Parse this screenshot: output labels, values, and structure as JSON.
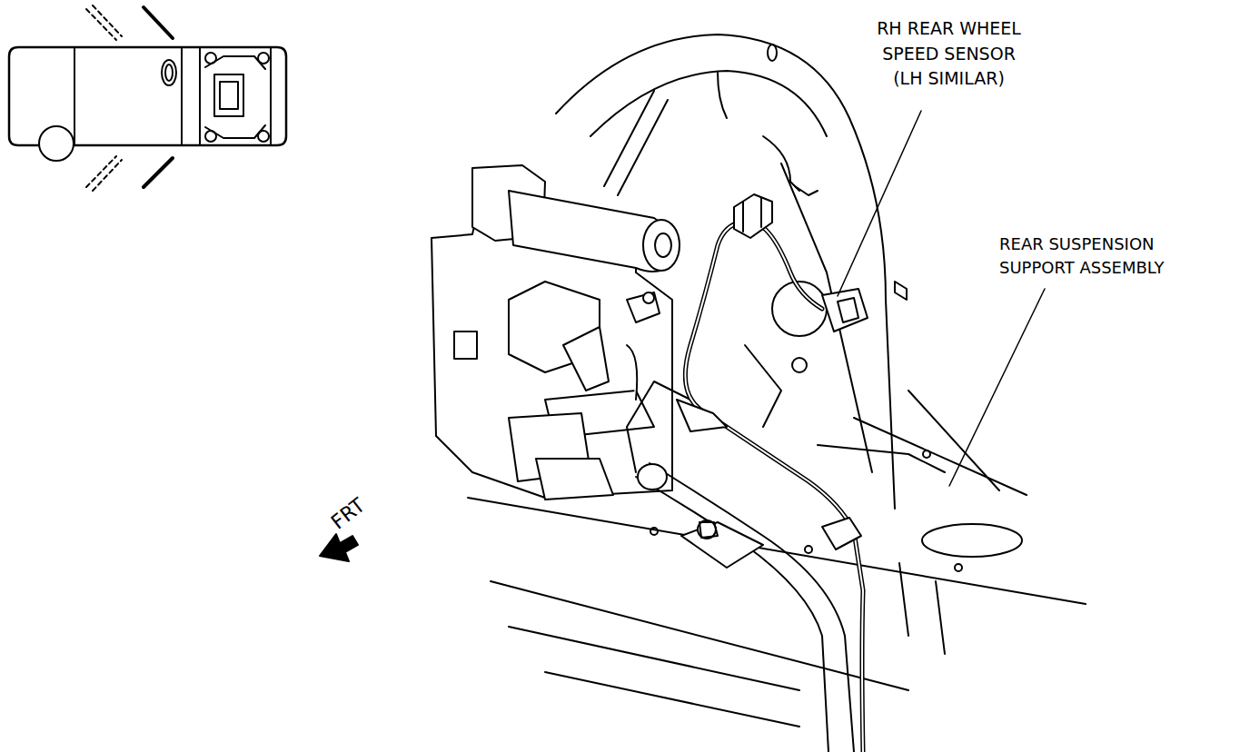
{
  "diagram": {
    "labels": [
      "RH REAR WHEEL SPEED SENSOR (LH SIMILAR)",
      "REAR SUSPENSION SUPPORT ASSEMBLY",
      "FRT"
    ]
  }
}
